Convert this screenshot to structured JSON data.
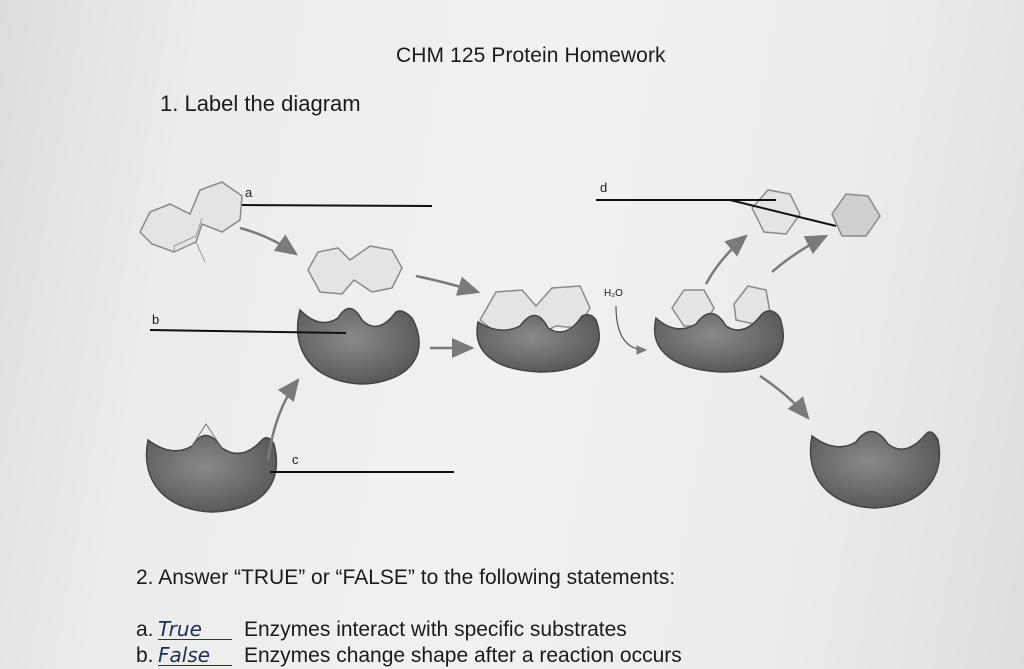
{
  "document": {
    "title": "CHM 125 Protein Homework",
    "question1": "1. Label the diagram",
    "question2": "2. Answer “TRUE” or “FALSE”  to the following statements:"
  },
  "diagram": {
    "labels": {
      "a": "a",
      "b": "b",
      "c": "c",
      "d": "d"
    },
    "water": "H₂O"
  },
  "statements": [
    {
      "letter": "a.",
      "answer": "True",
      "text": "Enzymes interact with specific substrates"
    },
    {
      "letter": "b.",
      "answer": "False",
      "text": "Enzymes change shape after a reaction occurs"
    }
  ],
  "colors": {
    "enzyme": "#6b6b6b",
    "substrate": "#e4e4e2",
    "ink": "#1e2e5a"
  }
}
